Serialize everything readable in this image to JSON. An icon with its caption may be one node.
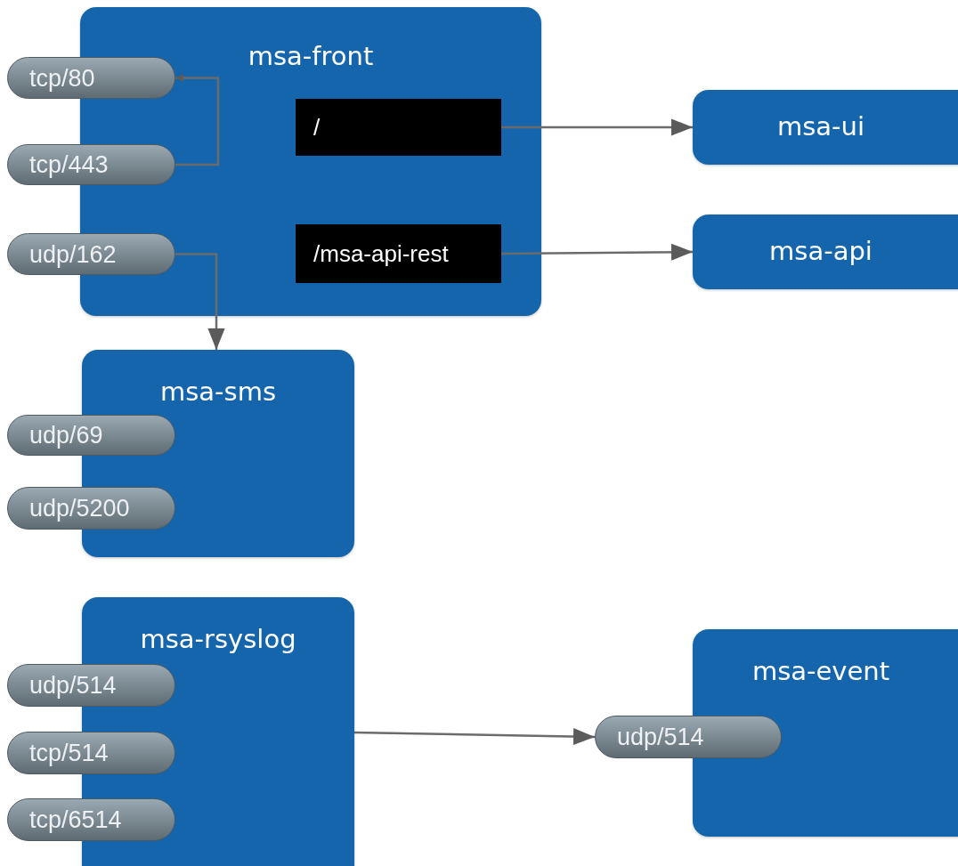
{
  "diagram": {
    "nodes": [
      {
        "text": [
          "msa-front"
        ]
      },
      {
        "text": [
          "tcp/80"
        ]
      },
      {
        "text": [
          "tcp/443"
        ]
      },
      {
        "text": [
          "udp/162"
        ]
      },
      {
        "text": [
          "/"
        ],
        "in": 0
      },
      {
        "text": [
          "/msa-api-rest"
        ],
        "in": 0
      },
      {
        "text": [
          "msa-ui"
        ]
      },
      {
        "text": [
          "msa-api"
        ]
      },
      {
        "text": [
          "msa-sms"
        ]
      },
      {
        "text": [
          "udp/69"
        ]
      },
      {
        "text": [
          "udp/5200"
        ]
      },
      {
        "text": [
          "msa-rsyslog"
        ]
      },
      {
        "text": [
          "udp/514"
        ]
      },
      {
        "text": [
          "tcp/514"
        ]
      },
      {
        "text": [
          "tcp/6514"
        ]
      },
      {
        "text": [
          "msa-event"
        ]
      },
      {
        "text": [
          "udp/514"
        ]
      }
    ],
    "edges": [
      {
        "from": 2,
        "to": 1,
        "arrow": "to"
      },
      {
        "from": 3,
        "to": 8,
        "arrow": "to"
      },
      {
        "from": 4,
        "to": 6,
        "arrow": "to"
      },
      {
        "from": 5,
        "to": 7,
        "arrow": "to"
      },
      {
        "from": 11,
        "to": 16,
        "arrow": "to"
      }
    ]
  }
}
